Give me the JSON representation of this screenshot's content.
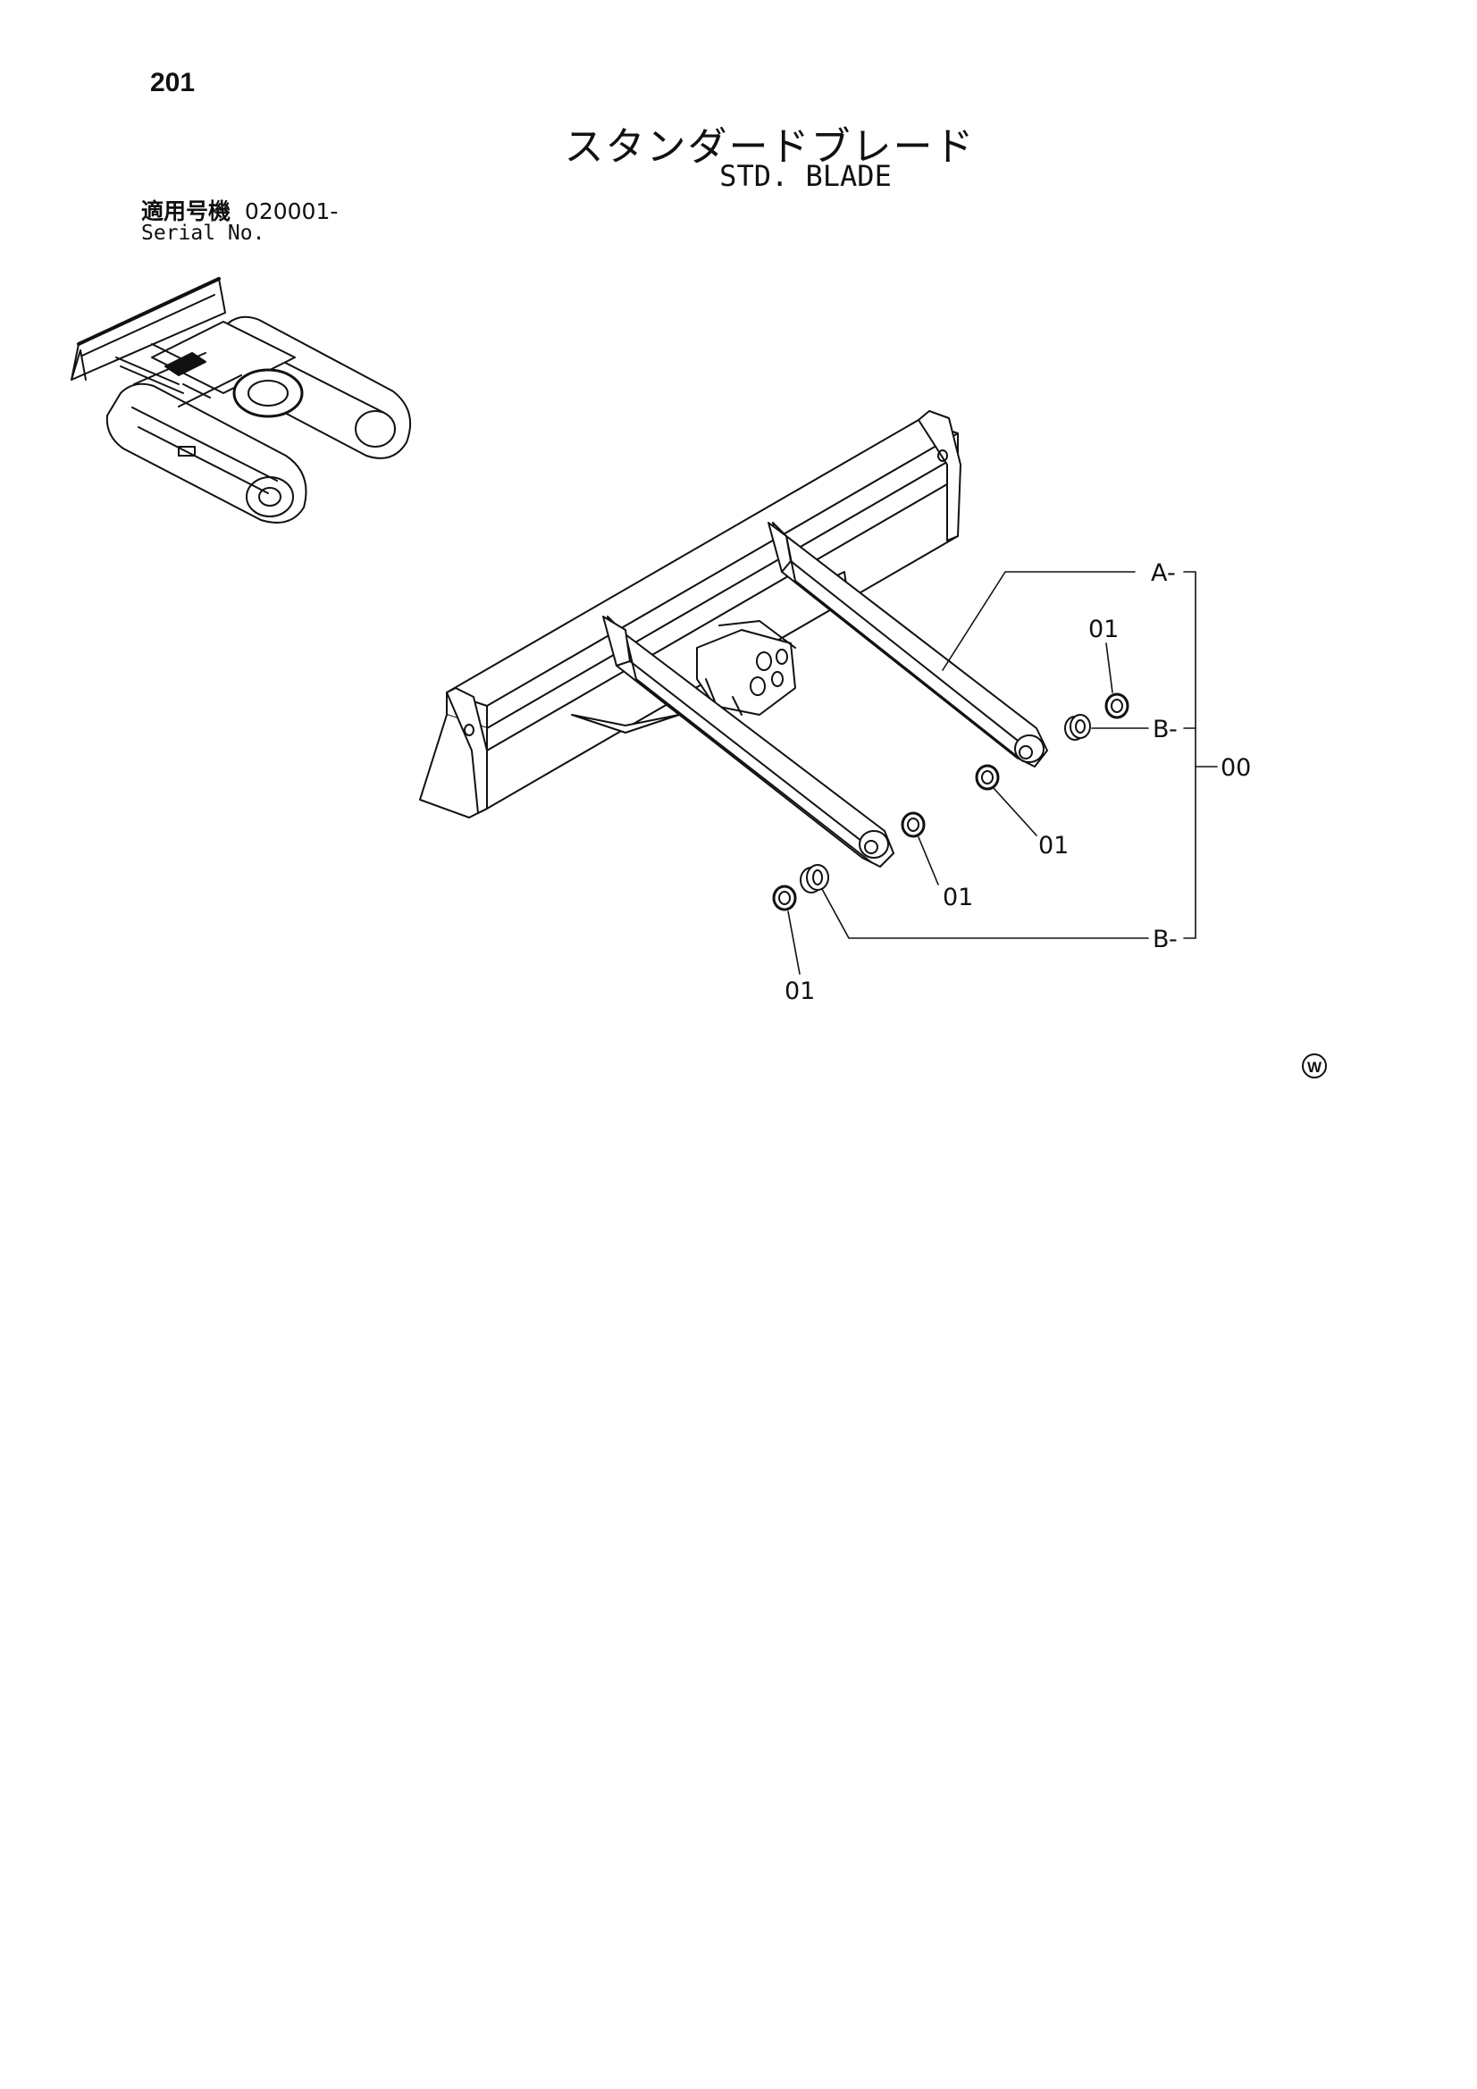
{
  "header": {
    "page_number": "201",
    "title_jp": "スタンダードブレード",
    "title_en": "STD. BLADE",
    "serial_label_jp": "適用号機",
    "serial_value": "020001-",
    "serial_label_en": "Serial No."
  },
  "diagram": {
    "callouts": {
      "part_01": "01",
      "assembly_00": "00",
      "ref_a": "A",
      "ref_b": "B"
    },
    "watermark_symbol": "Ⓦ"
  }
}
